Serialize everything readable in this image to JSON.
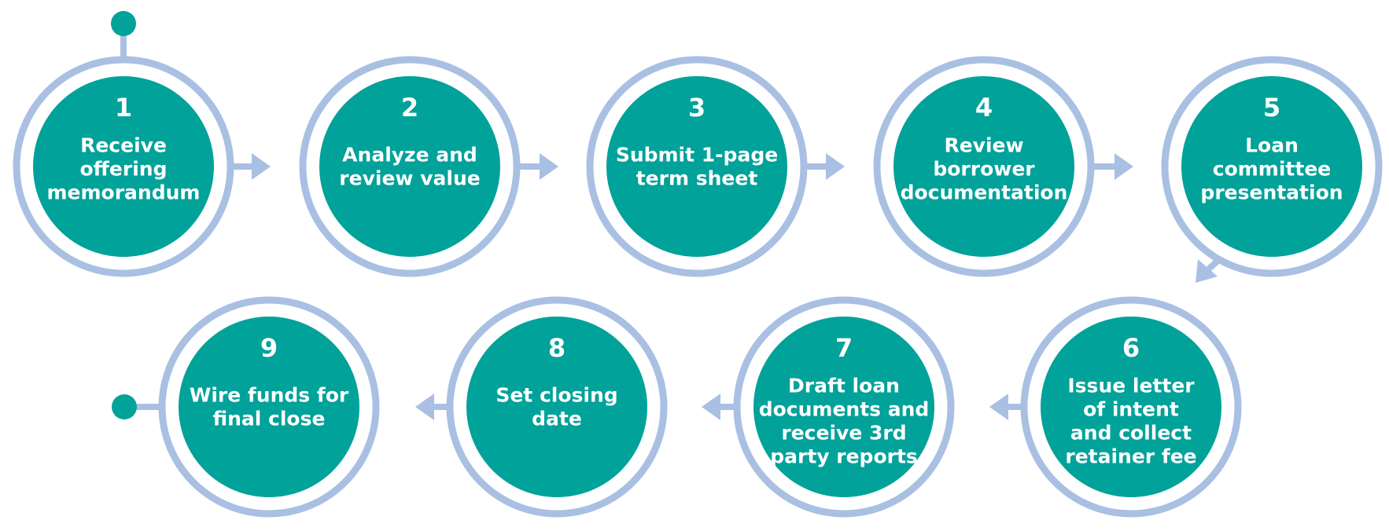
{
  "colors": {
    "node_fill": "#00a29a",
    "ring": "#a9c0e3",
    "text": "#ffffff",
    "dot": "#00a29a",
    "background": "#ffffff"
  },
  "steps": [
    {
      "number": "1",
      "label_lines": [
        "Receive",
        "offering",
        "memorandum"
      ]
    },
    {
      "number": "2",
      "label_lines": [
        "Analyze and",
        "review value"
      ]
    },
    {
      "number": "3",
      "label_lines": [
        "Submit 1-page",
        "term sheet"
      ]
    },
    {
      "number": "4",
      "label_lines": [
        "Review",
        "borrower",
        "documentation"
      ]
    },
    {
      "number": "5",
      "label_lines": [
        "Loan",
        "committee",
        "presentation"
      ]
    },
    {
      "number": "6",
      "label_lines": [
        "Issue letter",
        "of intent",
        "and collect",
        "retainer fee"
      ]
    },
    {
      "number": "7",
      "label_lines": [
        "Draft loan",
        "documents and",
        "receive 3rd",
        "party reports"
      ]
    },
    {
      "number": "8",
      "label_lines": [
        "Set closing",
        "date"
      ]
    },
    {
      "number": "9",
      "label_lines": [
        "Wire funds for",
        "final close"
      ]
    }
  ]
}
